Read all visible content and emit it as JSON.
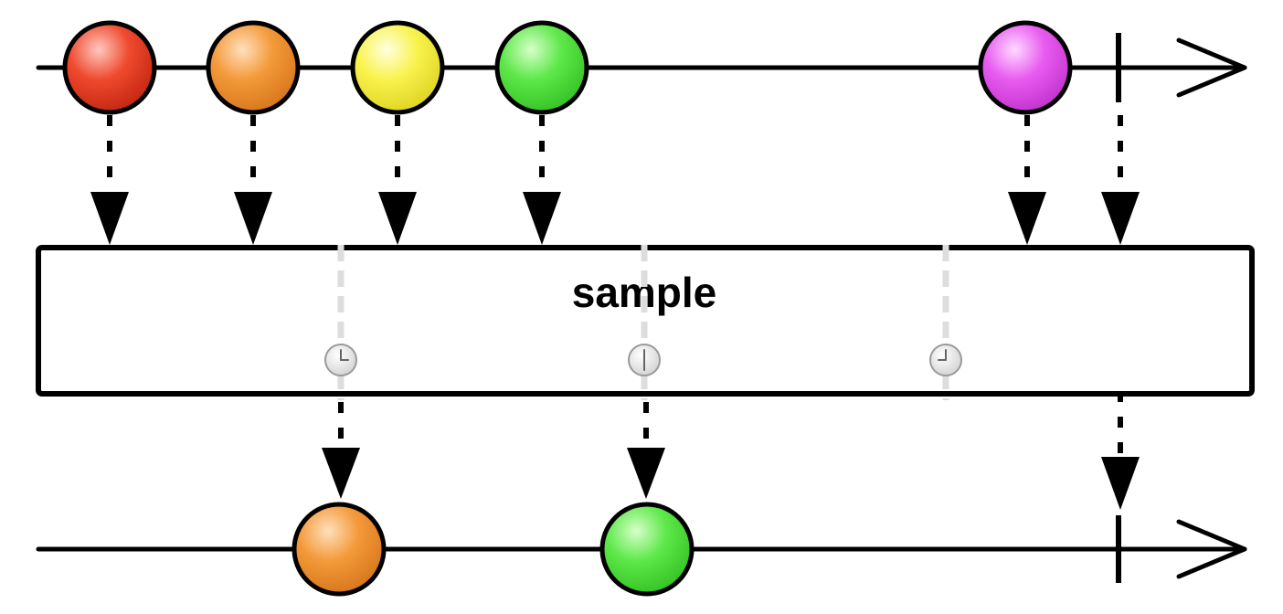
{
  "operator": {
    "label": "sample"
  },
  "colors": {
    "line": "#000000",
    "box_fill": "#ffffff",
    "sample_line": "#dddddd",
    "clock_fill": "#e6e6e6",
    "clock_stroke": "#9a9a9a"
  },
  "source_stream": {
    "marbles": [
      {
        "color": "red",
        "hex": "#e8321e"
      },
      {
        "color": "orange",
        "hex": "#ef8c2c"
      },
      {
        "color": "yellow",
        "hex": "#f6ee3a"
      },
      {
        "color": "green",
        "hex": "#4fdc3c"
      },
      {
        "color": "magenta",
        "hex": "#e04fe8"
      }
    ],
    "completes": true
  },
  "samplers": [
    {
      "icon": "clock-icon"
    },
    {
      "icon": "clock-icon"
    },
    {
      "icon": "clock-icon"
    }
  ],
  "result_stream": {
    "marbles": [
      {
        "color": "orange",
        "hex": "#ef8c2c",
        "sampled_from_index": 1
      },
      {
        "color": "green",
        "hex": "#4fdc3c",
        "sampled_from_index": 3
      }
    ],
    "completes": true
  }
}
